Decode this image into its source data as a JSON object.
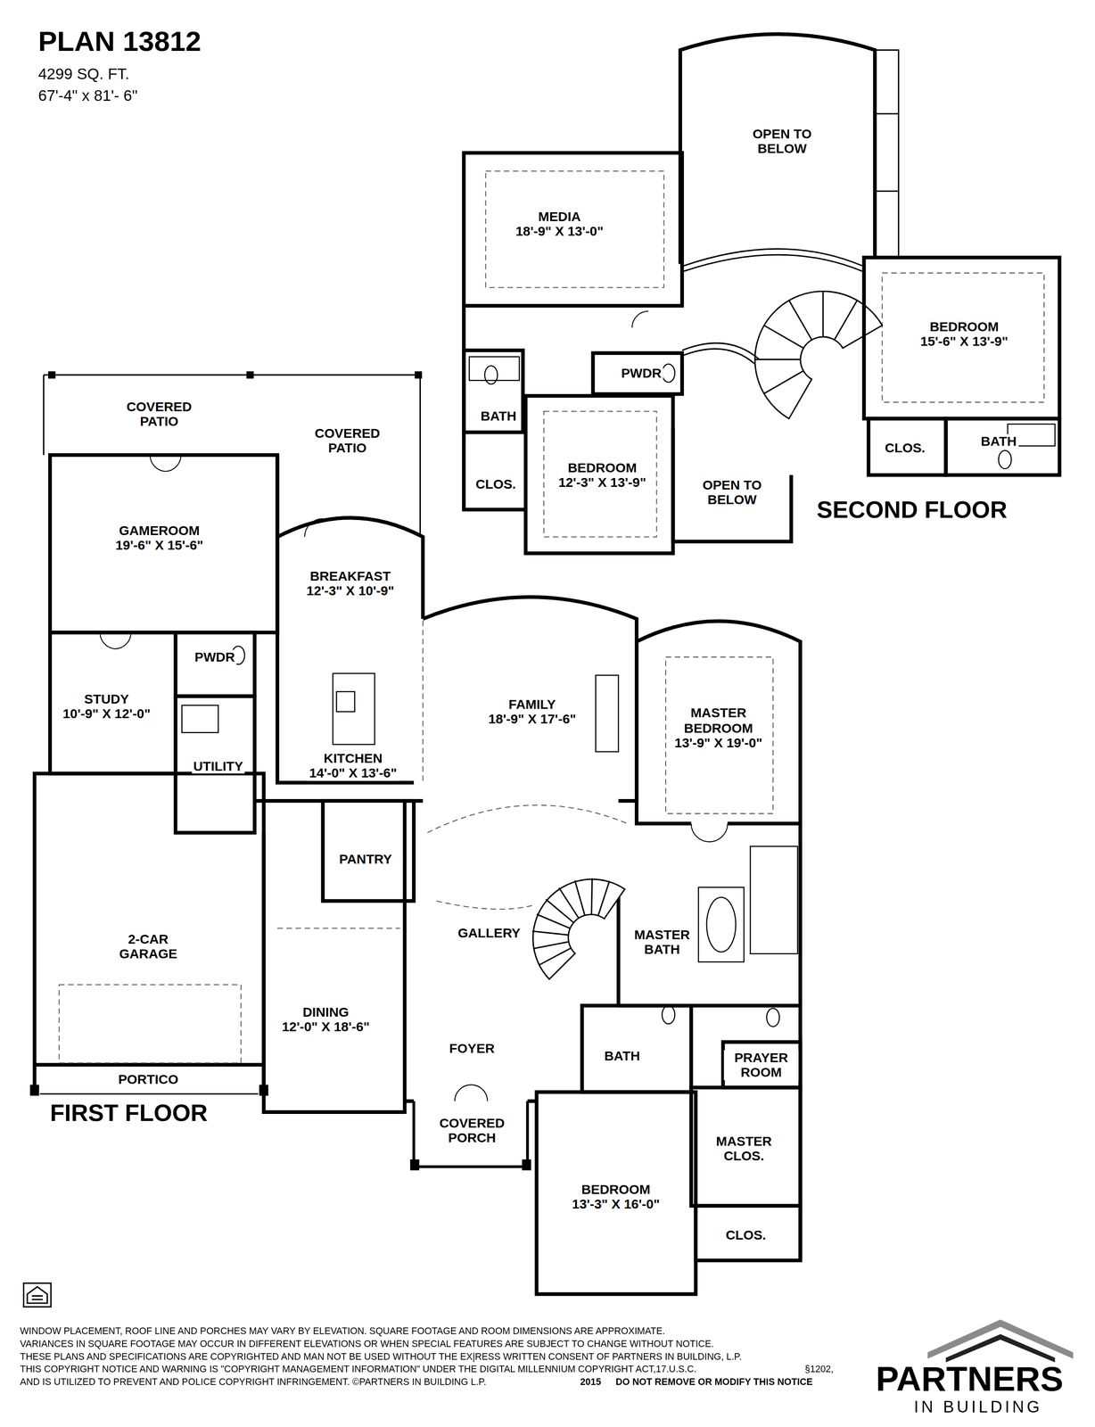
{
  "diagram": {
    "title": "PLAN 13812",
    "nodes": [
      {
        "text": [
          "OPEN TO BELOW"
        ]
      },
      {
        "text": [
          "MEDIA",
          "18'-9\" X 13'-0\""
        ]
      },
      {
        "text": [
          "BEDROOM",
          "15'-6\" X 13'-9\""
        ]
      },
      {
        "text": [
          "PWDR"
        ]
      },
      {
        "text": [
          "BATH"
        ]
      },
      {
        "text": [
          "BEDROOM",
          "12'-3\" X 13'-9\""
        ]
      },
      {
        "text": [
          "CLOS."
        ]
      },
      {
        "text": [
          "BATH"
        ]
      },
      {
        "text": [
          "CLOS."
        ]
      },
      {
        "text": [
          "OPEN TO BELOW"
        ]
      },
      {
        "text": [
          "COVERED PATIO"
        ]
      },
      {
        "text": [
          "COVERED PATIO"
        ]
      },
      {
        "text": [
          "GAMEROOM",
          "19'-6\" X 15'-6\""
        ]
      },
      {
        "text": [
          "BREAKFAST",
          "12'-3\" X 10'-9\""
        ]
      },
      {
        "text": [
          "PWDR"
        ]
      },
      {
        "text": [
          "STUDY",
          "10'-9\" X 12'-0\""
        ]
      },
      {
        "text": [
          "FAMILY",
          "18'-9\" X 17'-6\""
        ]
      },
      {
        "text": [
          "MASTER BEDROOM",
          "13'-9\" X 19'-0\""
        ]
      },
      {
        "text": [
          "UTILITY"
        ]
      },
      {
        "text": [
          "KITCHEN",
          "14'-0\" X 13'-6\""
        ]
      },
      {
        "text": [
          "PANTRY"
        ]
      },
      {
        "text": [
          "GALLERY"
        ]
      },
      {
        "text": [
          "MASTER BATH"
        ]
      },
      {
        "text": [
          "2-CAR GARAGE"
        ]
      },
      {
        "text": [
          "DINING",
          "12'-0\" X 18'-6\""
        ]
      },
      {
        "text": [
          "FOYER"
        ]
      },
      {
        "text": [
          "BATH"
        ]
      },
      {
        "text": [
          "PRAYER ROOM"
        ]
      },
      {
        "text": [
          "PORTICO"
        ]
      },
      {
        "text": [
          "COVERED PORCH"
        ]
      },
      {
        "text": [
          "MASTER CLOS."
        ]
      },
      {
        "text": [
          "BEDROOM",
          "13'-3\" X 16'-0\""
        ]
      },
      {
        "text": [
          "CLOS."
        ]
      }
    ],
    "labels": [
      "4299 SQ. FT.",
      "67'-4\" x 81'- 6\"",
      "FIRST FLOOR",
      "SECOND FLOOR",
      "WINDOW PLACEMENT, ROOF LINE AND PORCHES MAY VARY BY ELEVATION. SQUARE FOOTAGE AND ROOM DIMENSIONS ARE APPROXIMATE.",
      "VARIANCES IN SQUARE FOOTAGE MAY OCCUR IN DIFFERENT ELEVATIONS OR WHEN SPECIAL FEATURES ARE SUBJECT TO CHANGE WITHOUT NOTICE.",
      "THESE PLANS AND SPECIFICATIONS ARE COPYRIGHTED AND MAN NOT BE USED WITHOUT THE EX|RESS WRITTEN CONSENT OF PARTNERS IN BUILDING, L.P.",
      "THIS COPYRIGHT NOTICE AND WARNING IS \"COPYRIGHT MANAGEMENT INFORMATION\" UNDER THE DIGITAL MILLENNIUM COPYRIGHT ACT,17.U.S.C.",
      "AND IS UTILIZED TO PREVENT AND POLICE COPYRIGHT INFRINGEMENT. ©PARTNERS IN BUILDING L.P.",
      "§1202,",
      "2015",
      "DO NOT REMOVE OR MODIFY THIS NOTICE",
      "PARTNERS",
      "IN BUILDING"
    ]
  }
}
